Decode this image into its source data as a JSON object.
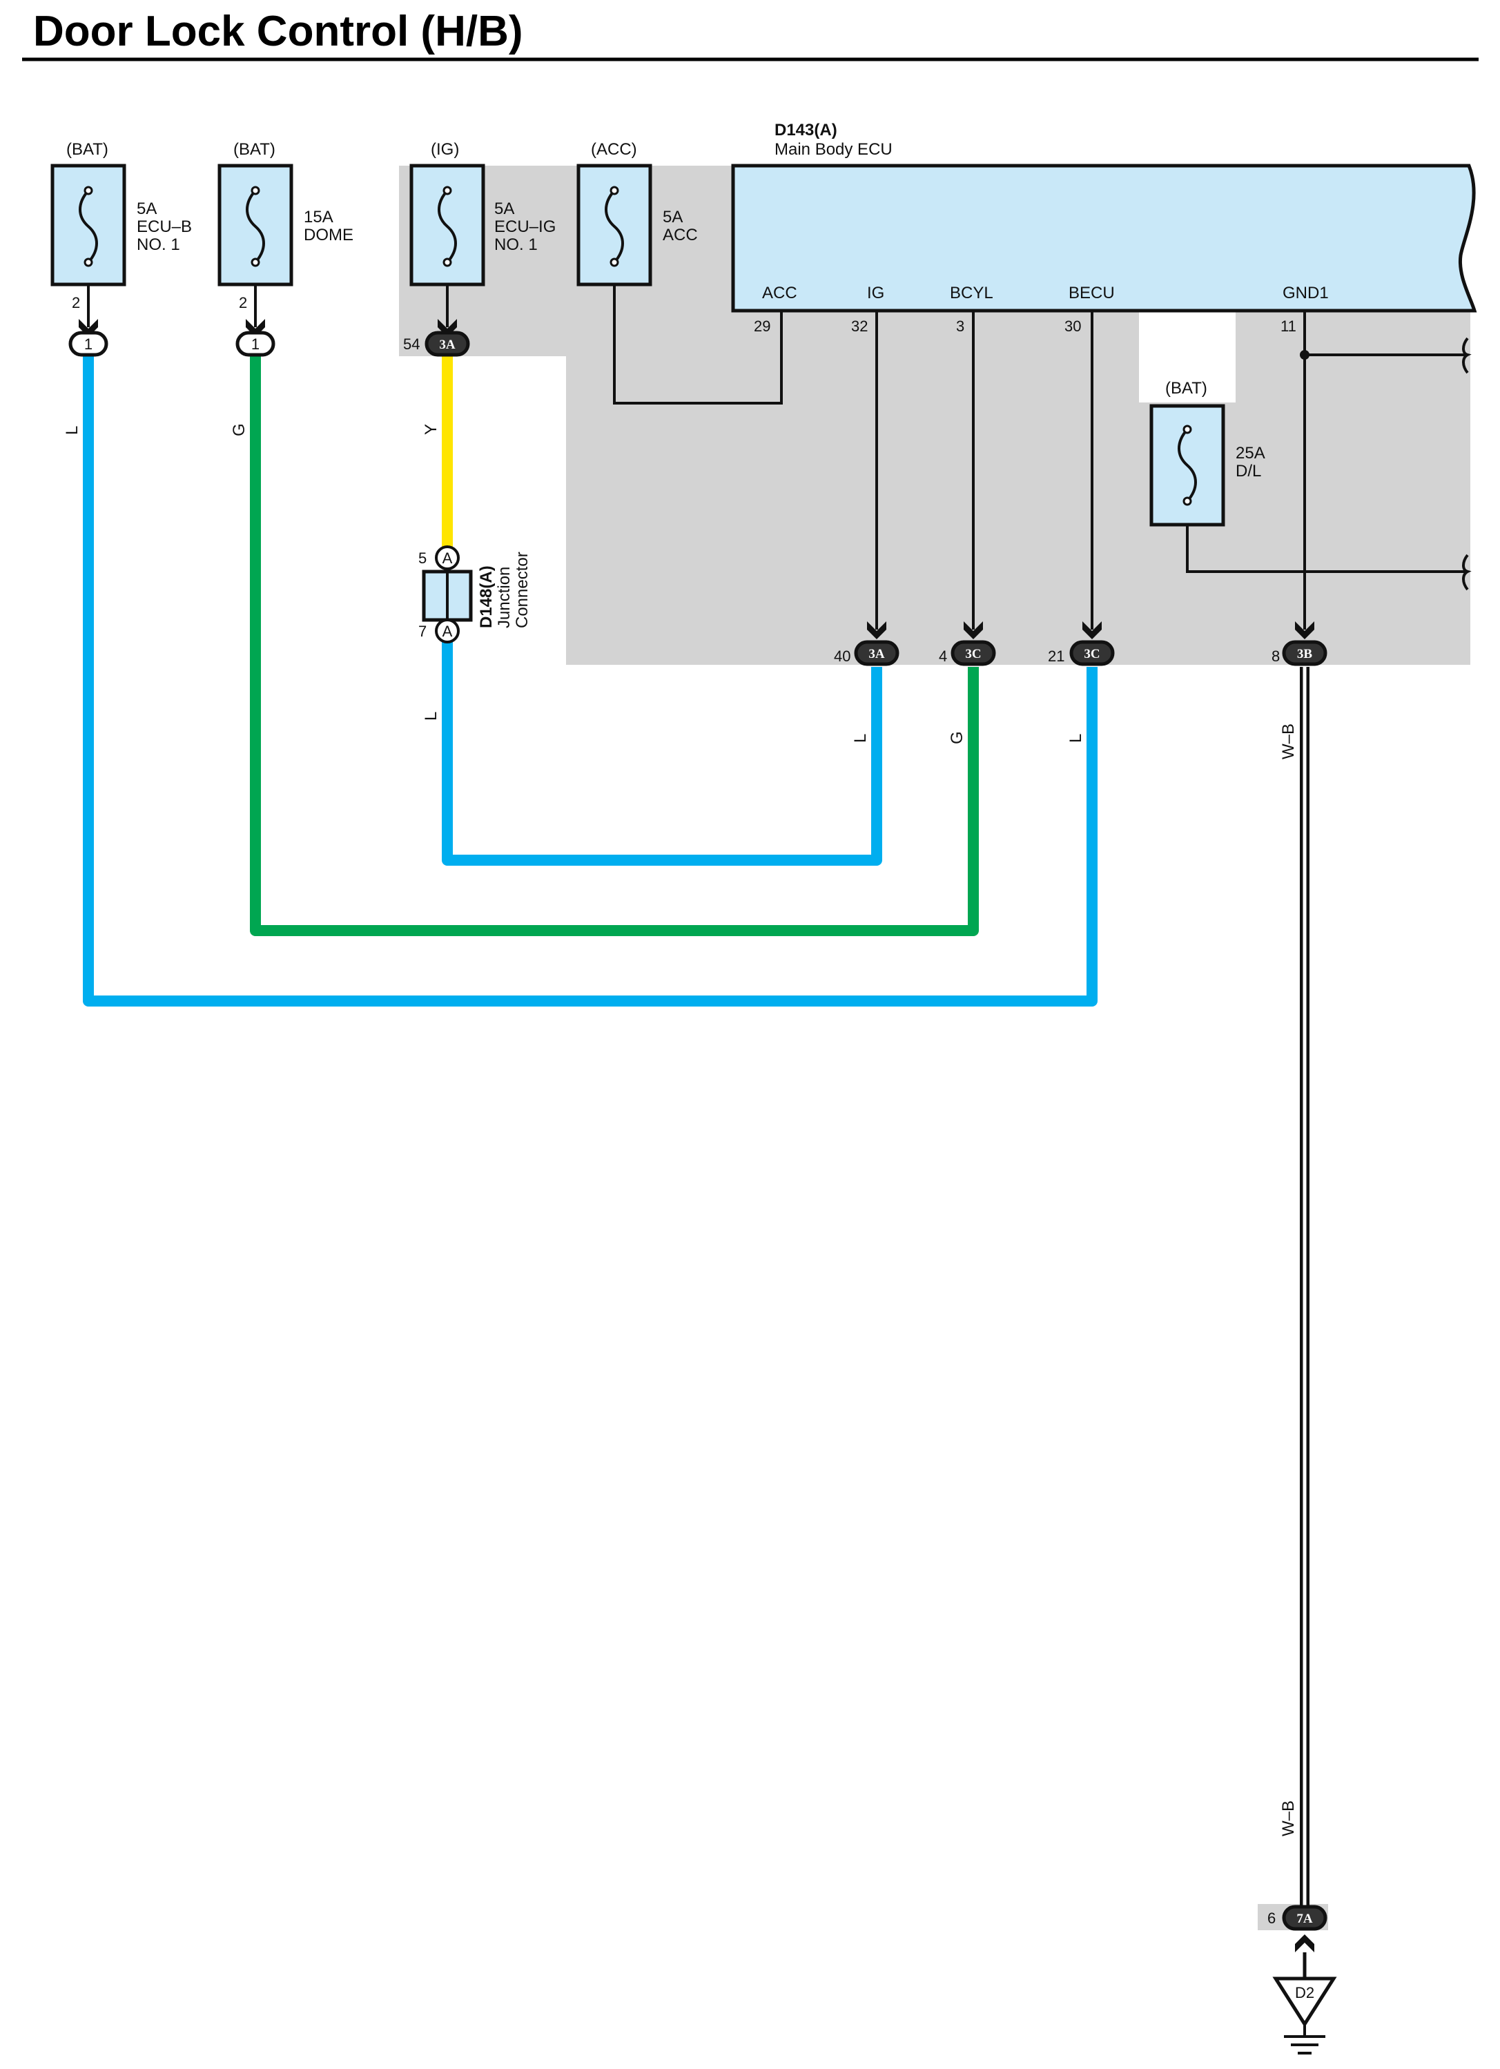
{
  "title": "Door Lock Control (H/B)",
  "fuses": [
    {
      "source": "(BAT)",
      "rating": "5A",
      "name_line1": "ECU–B",
      "name_line2": "NO. 1",
      "pin": "2",
      "connector": "1"
    },
    {
      "source": "(BAT)",
      "rating": "15A",
      "name_line1": "DOME",
      "name_line2": "",
      "pin": "2",
      "connector": "1"
    },
    {
      "source": "(IG)",
      "rating": "5A",
      "name_line1": "ECU–IG",
      "name_line2": "NO. 1",
      "pin": "54",
      "connector": "3A"
    },
    {
      "source": "(ACC)",
      "rating": "5A",
      "name_line1": "ACC",
      "name_line2": ""
    },
    {
      "source": "(BAT)",
      "rating": "25A",
      "name_line1": "D/L",
      "name_line2": ""
    }
  ],
  "ecu": {
    "code": "D143(A)",
    "name": "Main Body ECU",
    "terminals": [
      {
        "name": "ACC",
        "pin": "29"
      },
      {
        "name": "IG",
        "pin": "32"
      },
      {
        "name": "BCYL",
        "pin": "3"
      },
      {
        "name": "BECU",
        "pin": "30"
      },
      {
        "name": "GND1",
        "pin": "11"
      }
    ]
  },
  "junction": {
    "code": "D148(A)",
    "name_line1": "Junction",
    "name_line2": "Connector",
    "pin_top": "5",
    "pin_bottom": "7",
    "connector": "A"
  },
  "bottom_connectors": [
    {
      "pin": "40",
      "connector": "3A"
    },
    {
      "pin": "4",
      "connector": "3C"
    },
    {
      "pin": "21",
      "connector": "3C"
    },
    {
      "pin": "8",
      "connector": "3B"
    }
  ],
  "wire_colors": {
    "ecub_wire": "L",
    "dome_wire": "G",
    "ig_wire_upper": "Y",
    "ig_wire_lower": "L",
    "ig_return": "L",
    "bcyl_return": "G",
    "becu_return": "L",
    "ground_upper": "W–B",
    "ground_lower": "W–B"
  },
  "ground_connector": {
    "pin": "6",
    "connector": "7A"
  },
  "ground_point": "D2",
  "colors": {
    "blue_wire": "#00aeef",
    "green_wire": "#00a651",
    "yellow_wire": "#ffe500",
    "fuse_fill": "#c9e8f8",
    "ecu_fill": "#c9e8f8",
    "shade": "#d3d3d3"
  }
}
